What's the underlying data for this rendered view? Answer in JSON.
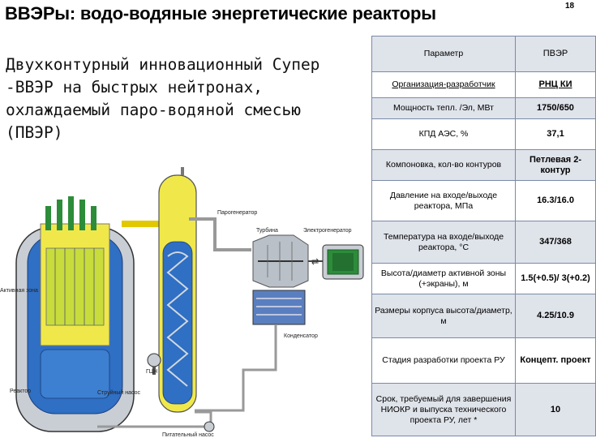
{
  "slide": {
    "title": "ВВЭРы: водо-водяные энергетические реакторы",
    "page_number": "18",
    "description": "Двухконтурный инновационный Супер -ВВЭР на быстрых нейтронах, охлаждаемый паро-водяной смесью (ПВЭР)"
  },
  "diagram": {
    "labels": {
      "steam_generator": "Парогенератор",
      "turbine": "Турбина",
      "generator": "Электрогенератор",
      "condenser": "Конденсатор",
      "active_zone": "Активная зона",
      "reactor": "Реактор",
      "jet_pump": "Струйный насос",
      "mcp": "ГЦН",
      "feed_pump": "Питательный насос"
    }
  },
  "table": {
    "header": {
      "param": "Параметр",
      "value": "ПВЭР"
    },
    "rows": [
      {
        "param": "Организация-разработчик",
        "value": "РНЦ КИ"
      },
      {
        "param": "Мощность тепл. /Эл, МВт",
        "value": "1750/650"
      },
      {
        "param": "КПД АЭС, %",
        "value": "37,1"
      },
      {
        "param": "Компоновка, кол-во контуров",
        "value": "Петлевая 2-контур"
      },
      {
        "param": "Давление на входе/выходе реактора, МПа",
        "value": "16.3/16.0"
      },
      {
        "param": "Температура на входе/выходе реактора, °С",
        "value": "347/368"
      },
      {
        "param": "Высота/диаметр активной зоны (+экраны), м",
        "value": "1.5(+0.5)/ 3(+0.2)"
      },
      {
        "param": "Размеры корпуса высота/диаметр, м",
        "value": "4.25/10.9"
      },
      {
        "param": "Стадия разработки проекта РУ",
        "value": "Концепт. проект"
      },
      {
        "param": "Срок, требуемый для завершения НИОКР и выпуска технического проекта РУ, лет *",
        "value": "10"
      }
    ]
  }
}
